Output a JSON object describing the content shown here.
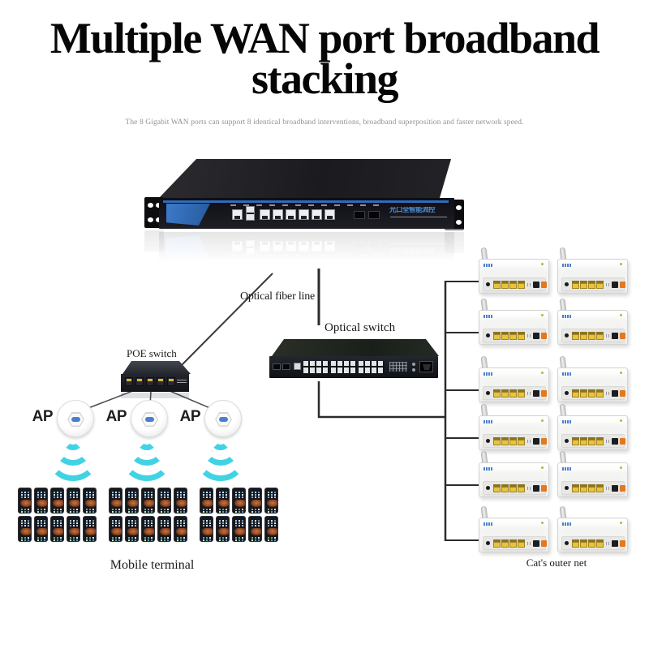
{
  "title": {
    "line1": "Multiple WAN port broadband",
    "line2": "stacking"
  },
  "subtitle": "The 8 Gigabit WAN ports can support 8 identical broadband interventions, broadband superposition and faster network speed.",
  "labels": {
    "optical_fiber_line": "Optical fiber line",
    "optical_switch": "Optical switch",
    "poe_switch": "POE switch",
    "ap": "AP",
    "mobile_terminal": "Mobile terminal",
    "cats_outer_net": "Cat's outer net"
  },
  "router": {
    "front_text": "光口全智能流控",
    "eth_ports": 6,
    "sfp_ports": 2
  },
  "optical_switch": {
    "rj45_ports": 24,
    "port_groups": 3
  },
  "poe_switch": {
    "ports": 5
  },
  "access_points": {
    "count": 3
  },
  "wifi_signals": {
    "count": 3
  },
  "mobile_phones": {
    "groups": 3,
    "columns": 5,
    "rows": 2,
    "total": 30
  },
  "modems": {
    "rows": 6,
    "columns": 2,
    "total": 12
  },
  "connections": [
    {
      "from": "router",
      "to": "optical-switch",
      "label": "Optical fiber line"
    },
    {
      "from": "router",
      "to": "poe-switch"
    },
    {
      "from": "optical-switch",
      "to": "modem-trunk"
    },
    {
      "from": "poe-switch",
      "to": "access-points"
    },
    {
      "from": "access-points",
      "to": "mobile-phones",
      "via": "wifi"
    }
  ],
  "colors": {
    "background": "#ffffff",
    "line": "#2b2b2b",
    "poe_line": "#4f4f4f",
    "wifi_cyan": "#41d3e4",
    "router_blue": "#2f6db8",
    "port_yellow": "#e9c439",
    "port_orange": "#e2791f",
    "subtitle_gray": "#929292"
  }
}
